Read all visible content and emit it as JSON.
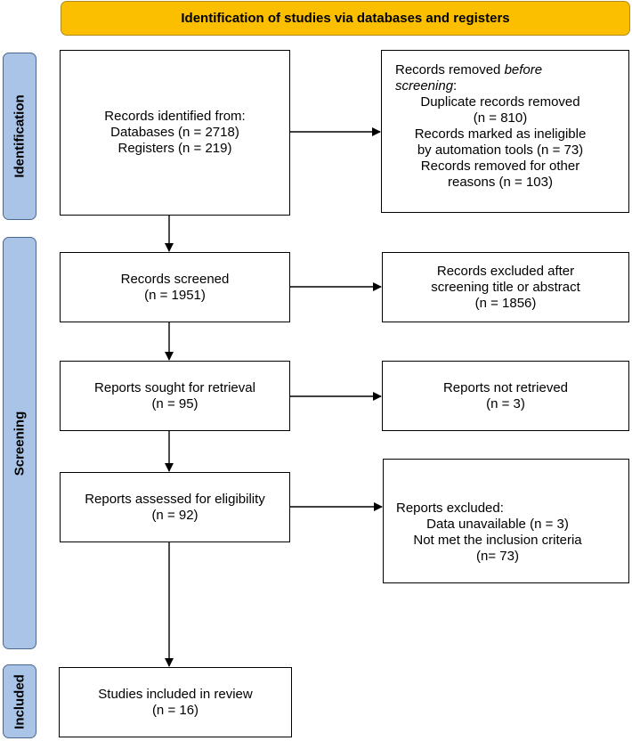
{
  "header": {
    "title": "Identification of studies via databases and registers"
  },
  "stages": {
    "identification": "Identification",
    "screening": "Screening",
    "included": "Included"
  },
  "boxes": {
    "records_identified": {
      "title": "Records identified from:",
      "line1": "Databases (n = 2718)",
      "line2": "Registers (n = 219)"
    },
    "records_removed": {
      "title_plain": "Records removed ",
      "title_italic": "before",
      "title_line2": "screening",
      "title_colon": ":",
      "items": [
        "Duplicate records removed",
        "(n = 810)",
        "Records marked as ineligible",
        "by automation tools (n = 73)",
        "Records removed for other",
        "reasons (n = 103)"
      ]
    },
    "records_screened": {
      "title": "Records screened",
      "count": "(n = 1951)"
    },
    "records_excluded": {
      "line1": "Records excluded after",
      "line2": "screening title or abstract",
      "count": "(n = 1856)"
    },
    "reports_sought": {
      "title": "Reports sought for retrieval",
      "count": "(n = 95)"
    },
    "reports_not_retrieved": {
      "title": "Reports not retrieved",
      "count": "(n = 3)"
    },
    "reports_assessed": {
      "title": "Reports assessed for eligibility",
      "count": "(n = 92)"
    },
    "reports_excluded": {
      "title": "Reports excluded:",
      "line1": "Data unavailable (n = 3)",
      "line2": "Not met the inclusion criteria",
      "line3": "(n= 73)"
    },
    "studies_included": {
      "title": "Studies included in review",
      "count": "(n = 16)"
    }
  }
}
